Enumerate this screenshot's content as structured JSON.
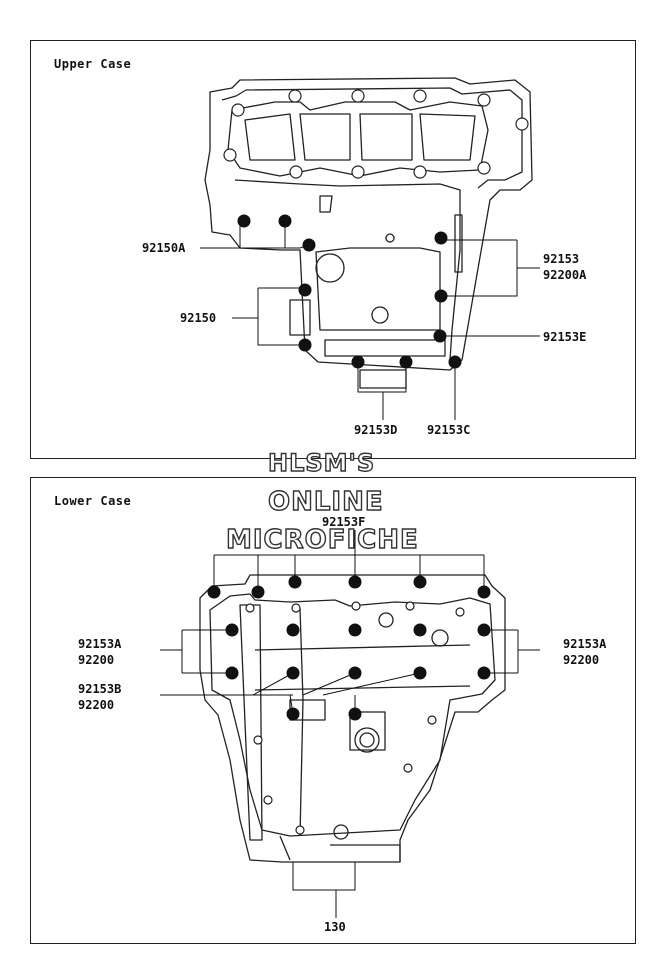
{
  "upper_case": {
    "title": "Upper Case",
    "callouts": {
      "c92150A": "92150A",
      "c92150": "92150",
      "c92153": "92153",
      "c92200A": "92200A",
      "c92153E": "92153E",
      "c92153D": "92153D",
      "c92153C": "92153C"
    }
  },
  "lower_case": {
    "title": "Lower Case",
    "callouts": {
      "c92153F": "92153F",
      "left_a1": "92153A",
      "left_a2": "92200",
      "left_b1": "92153B",
      "left_b2": "92200",
      "right_a1": "92153A",
      "right_a2": "92200",
      "c130": "130"
    }
  },
  "watermark": {
    "line1": "HLSM'S",
    "line2": "ONLINE",
    "line3": "MICROFICHE"
  }
}
